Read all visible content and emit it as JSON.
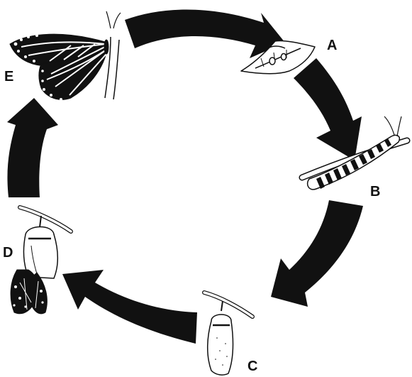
{
  "stages": [
    {
      "id": "egg",
      "label": "A",
      "icon": "egg-on-leaf"
    },
    {
      "id": "caterpillar",
      "label": "B",
      "icon": "caterpillar-on-stem"
    },
    {
      "id": "chrysalis",
      "label": "C",
      "icon": "chrysalis-hanging"
    },
    {
      "id": "emerging",
      "label": "D",
      "icon": "butterfly-emerging-from-chrysalis"
    },
    {
      "id": "adult",
      "label": "E",
      "icon": "adult-butterfly-on-stem"
    }
  ],
  "colors": {
    "arrow": "#111111",
    "ink": "#111111",
    "paper": "#ffffff"
  }
}
